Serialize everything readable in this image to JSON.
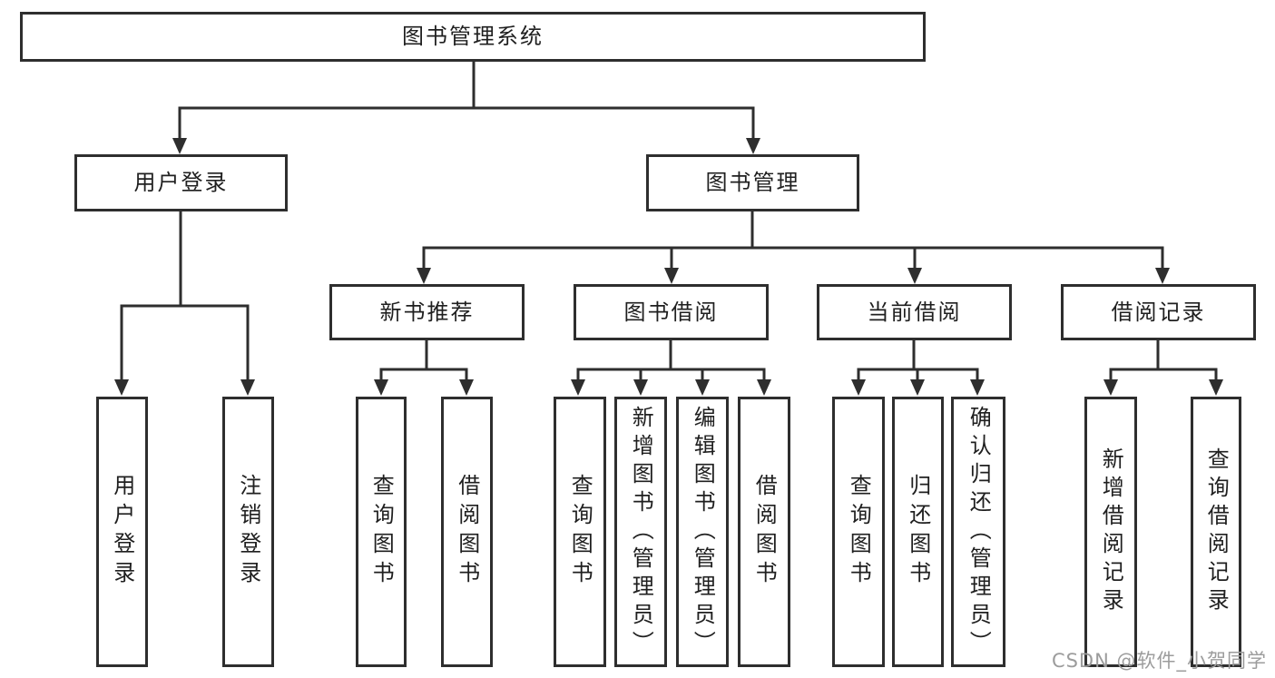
{
  "diagram": {
    "root": {
      "label": "图书管理系统"
    },
    "branches": [
      {
        "label": "用户登录",
        "children": [
          {
            "label": "用户登录"
          },
          {
            "label": "注销登录"
          }
        ]
      },
      {
        "label": "图书管理",
        "children": [
          {
            "label": "新书推荐",
            "children": [
              {
                "label": "查询图书"
              },
              {
                "label": "借阅图书"
              }
            ]
          },
          {
            "label": "图书借阅",
            "children": [
              {
                "label": "查询图书"
              },
              {
                "label": "新增图书（管理员）"
              },
              {
                "label": "编辑图书（管理员）"
              },
              {
                "label": "借阅图书"
              }
            ]
          },
          {
            "label": "当前借阅",
            "children": [
              {
                "label": "查询图书"
              },
              {
                "label": "归还图书"
              },
              {
                "label": "确认归还（管理员）"
              }
            ]
          },
          {
            "label": "借阅记录",
            "children": [
              {
                "label": "新增借阅记录"
              },
              {
                "label": "查询借阅记录"
              }
            ]
          }
        ]
      }
    ]
  },
  "watermark": {
    "text": "CSDN @软件_小贺同学"
  },
  "colors": {
    "line": "#2e2e2e",
    "text": "#1f1f1f",
    "watermark": "#9c9c9c",
    "background": "#ffffff"
  }
}
